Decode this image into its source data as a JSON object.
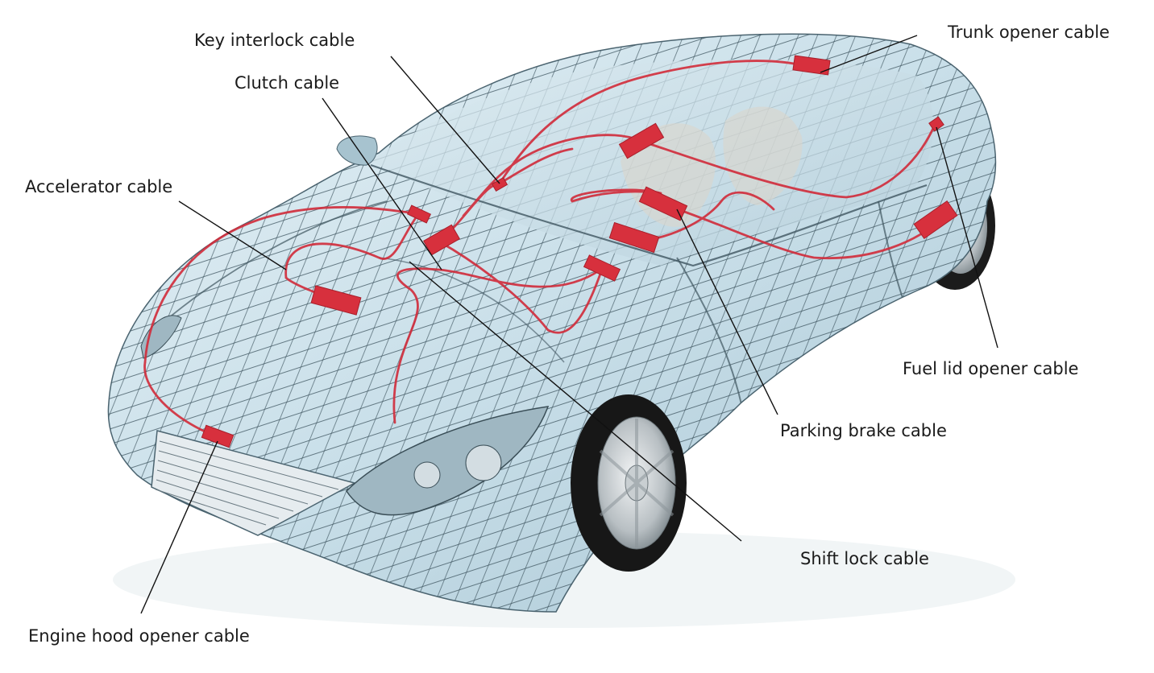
{
  "callouts": {
    "key_interlock": "Key interlock cable",
    "clutch": "Clutch cable",
    "accelerator": "Accelerator cable",
    "trunk_opener": "Trunk opener cable",
    "fuel_lid_opener": "Fuel lid opener cable",
    "parking_brake": "Parking brake cable",
    "shift_lock": "Shift lock cable",
    "engine_hood_opener": "Engine hood opener cable"
  },
  "colors": {
    "cable": "#d12b3a",
    "connector": "#d7303d",
    "mesh": "#3f5560",
    "glass_tint": "#cfe4ee",
    "leader_line": "#111111"
  }
}
